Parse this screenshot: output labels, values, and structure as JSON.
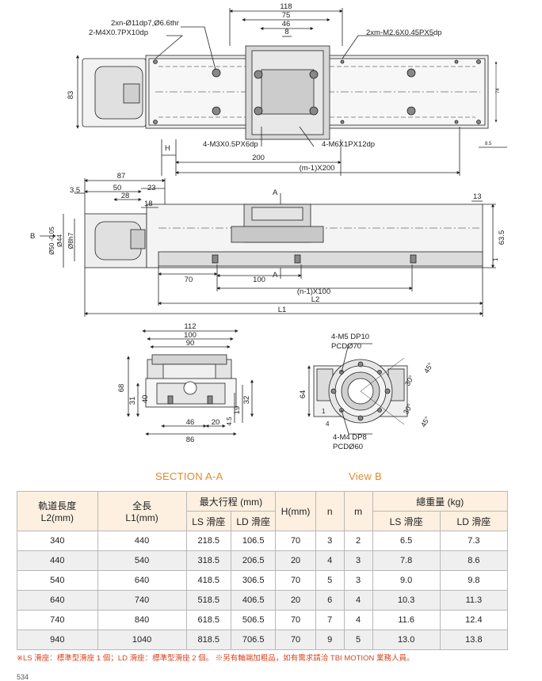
{
  "drawing": {
    "top_view": {
      "dims": [
        "118",
        "75",
        "46",
        "8"
      ],
      "labels": [
        "2xn-Ø11dp7,Ø6.6thr",
        "2-M4X0.7PX10dp",
        "2xm-M2.6X0.45PX5dp",
        "83",
        "H",
        "4-M3X0.5PX6dp",
        "4-M6X1PX12dp",
        "200",
        "(m-1)X200",
        "74",
        "8.5"
      ]
    },
    "side_view": {
      "dims": [
        "87",
        "3.5",
        "50",
        "23",
        "28",
        "18",
        "13",
        "63.5",
        "1",
        "70",
        "100",
        "(n-1)X100",
        "L2",
        "L1"
      ],
      "labels": [
        "B",
        "Ø50 -0.05",
        "Ø44",
        "Ø8h7",
        "A",
        "A"
      ]
    },
    "section_view": {
      "dims": [
        "112",
        "100",
        "90",
        "68",
        "31",
        "40",
        "46",
        "20",
        "4.5",
        "19",
        "32",
        "86"
      ]
    },
    "view_b": {
      "labels": [
        "4-M5 DP10",
        "PCDØ70",
        "4-M4 DP8",
        "PCDØ60",
        "64",
        "1",
        "4",
        "45°",
        "30°",
        "30°",
        "45°"
      ]
    }
  },
  "captions": {
    "section": "SECTION A-A",
    "view": "View B"
  },
  "table": {
    "headers": {
      "rail_length": "軌道長度",
      "rail_length_unit": "L2(mm)",
      "total_length": "全長",
      "total_length_unit": "L1(mm)",
      "max_stroke": "最大行程 (mm)",
      "ls": "LS 滑座",
      "ld": "LD 滑座",
      "h": "H(mm)",
      "n": "n",
      "m": "m",
      "weight": "總重量 (kg)",
      "w_ls": "LS 滑座",
      "w_ld": "LD 滑座"
    },
    "rows": [
      [
        "340",
        "440",
        "218.5",
        "106.5",
        "70",
        "3",
        "2",
        "6.5",
        "7.3"
      ],
      [
        "440",
        "540",
        "318.5",
        "206.5",
        "20",
        "4",
        "3",
        "7.8",
        "8.6"
      ],
      [
        "540",
        "640",
        "418.5",
        "306.5",
        "70",
        "5",
        "3",
        "9.0",
        "9.8"
      ],
      [
        "640",
        "740",
        "518.5",
        "406.5",
        "20",
        "6",
        "4",
        "10.3",
        "11.3"
      ],
      [
        "740",
        "840",
        "618.5",
        "506.5",
        "70",
        "7",
        "4",
        "11.6",
        "12.4"
      ],
      [
        "940",
        "1040",
        "818.5",
        "706.5",
        "70",
        "9",
        "5",
        "13.0",
        "13.8"
      ]
    ]
  },
  "note": "※LS 滑座：標準型滑座 1 個；LD 滑座：標準型滑座 2 個。 ※另有軸端加粗品，如有需求請洽 TBI MOTION 業務人員。",
  "page_number": "534",
  "colors": {
    "caption": "#e08a2c",
    "note": "#d6451f",
    "header_bg": "#fdf0e0"
  }
}
